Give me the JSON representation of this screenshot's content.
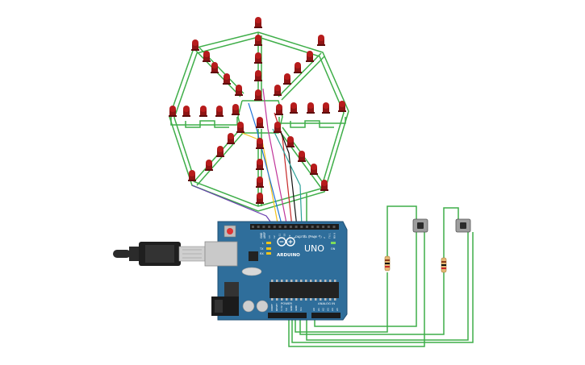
{
  "colors": {
    "background": "#ffffff",
    "wire_green": "#3fae49",
    "led_body": "#8e1515",
    "led_top": "#b71c1c",
    "board_blue": "#2f6e9b",
    "board_dark": "#1f4f73",
    "header_black": "#1b1b1b",
    "signal_wires": [
      "#f2c21b",
      "#1e73d8",
      "#c0359a",
      "#6a3fb0",
      "#c62828",
      "#111111",
      "#2aa198"
    ]
  },
  "board": {
    "brand": "ARDUINO",
    "model": "UNO",
    "digital_label": "DIGITAL (PWM ~)",
    "power_label": "POWER",
    "analog_label": "ANALOG IN",
    "on_label": "ON",
    "tx_label": "TX",
    "rx_label": "RX",
    "l_label": "L",
    "aref_label": "AREF",
    "gnd_label": "GND",
    "digital_pins": [
      "13",
      "12",
      "~11",
      "~10",
      "~9",
      "8",
      "7",
      "~6",
      "~5",
      "4",
      "~3",
      "2",
      "TX 1",
      "RX 0"
    ],
    "power_pins": [
      "IOREF",
      "RESET",
      "3.3V",
      "5V",
      "GND",
      "GND",
      "Vin"
    ],
    "analog_pins": [
      "A0",
      "A1",
      "A2",
      "A3",
      "A4",
      "A5"
    ]
  },
  "components": {
    "led_count": 40,
    "pushbutton_count": 2,
    "resistor_count": 2
  },
  "icons": {
    "usb_cable": "usb-cable-icon",
    "power_jack": "dc-barrel-jack-icon",
    "reset_button": "reset-button-icon",
    "arduino_logo": "infinity-logo-icon"
  }
}
